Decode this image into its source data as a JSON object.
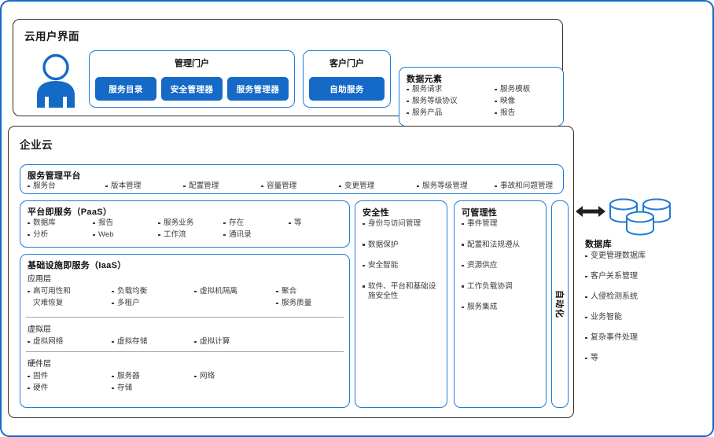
{
  "cloud_ui": {
    "title": "云用户界面",
    "person_icon": "user-icon",
    "admin_portal": {
      "title": "管理门户",
      "buttons": [
        "服务目录",
        "安全管理器",
        "服务管理器"
      ]
    },
    "customer_portal": {
      "title": "客户门户",
      "buttons": [
        "自助服务"
      ]
    },
    "data_elements": {
      "title": "数据元素",
      "col1": [
        "服务请求",
        "服务等级协议",
        "服务产品"
      ],
      "col2": [
        "服务模板",
        "映像",
        "报告"
      ]
    }
  },
  "enterprise_cloud": {
    "title": "企业云",
    "service_mgmt": {
      "title": "服务管理平台",
      "items": [
        "服务台",
        "版本管理",
        "配置管理",
        "容量管理",
        "变更管理",
        "服务等级管理",
        "事故和问题管理"
      ]
    },
    "paas": {
      "title": "平台即服务（PaaS）",
      "col1": [
        "数据库",
        "分析"
      ],
      "col2": [
        "报告",
        "Web"
      ],
      "col3": [
        "服务业务",
        "工作流"
      ],
      "col4": [
        "存在",
        "通讯录"
      ],
      "col5": [
        "等"
      ]
    },
    "iaas": {
      "title": "基础设施即服务（IaaS）",
      "app_layer": {
        "label": "应用层",
        "col1": [
          "高可用性和",
          "灾难恢复"
        ],
        "col2": [
          "负载均衡",
          "多租户"
        ],
        "col3": [
          "虚拟机隔离"
        ],
        "col4": [
          "聚合",
          "服务质量"
        ]
      },
      "virtual_layer": {
        "label": "虚拟层",
        "col1": [
          "虚拟网络"
        ],
        "col2": [
          "虚拟存储"
        ],
        "col3": [
          "虚拟计算"
        ]
      },
      "hardware_layer": {
        "label": "硬件层",
        "col1": [
          "固件",
          "硬件"
        ],
        "col2": [
          "服务器",
          "存储"
        ],
        "col3": [
          "网络"
        ]
      }
    },
    "security": {
      "title": "安全性",
      "items": [
        "身份与访问管理",
        "数据保护",
        "安全智能",
        "软件、平台和基础设施安全性"
      ]
    },
    "manageability": {
      "title": "可管理性",
      "items": [
        "事件管理",
        "配置和法规遵从",
        "资源供应",
        "工作负载协调",
        "服务集成"
      ]
    },
    "automation": {
      "label": "自动化"
    }
  },
  "database": {
    "title": "数据库",
    "arrow_icon": "double-arrow-icon",
    "cylinder_icon": "database-cylinder-icon",
    "items": [
      "变更管理数据库",
      "客户关系管理",
      "人侵检测系统",
      "业务智能",
      "复杂事件处理",
      "等"
    ]
  },
  "colors": {
    "accent_blue": "#1569c7",
    "box_border_blue": "#1f7bd6",
    "frame_dark": "#3a2a1e",
    "text": "#3c3c3c"
  }
}
